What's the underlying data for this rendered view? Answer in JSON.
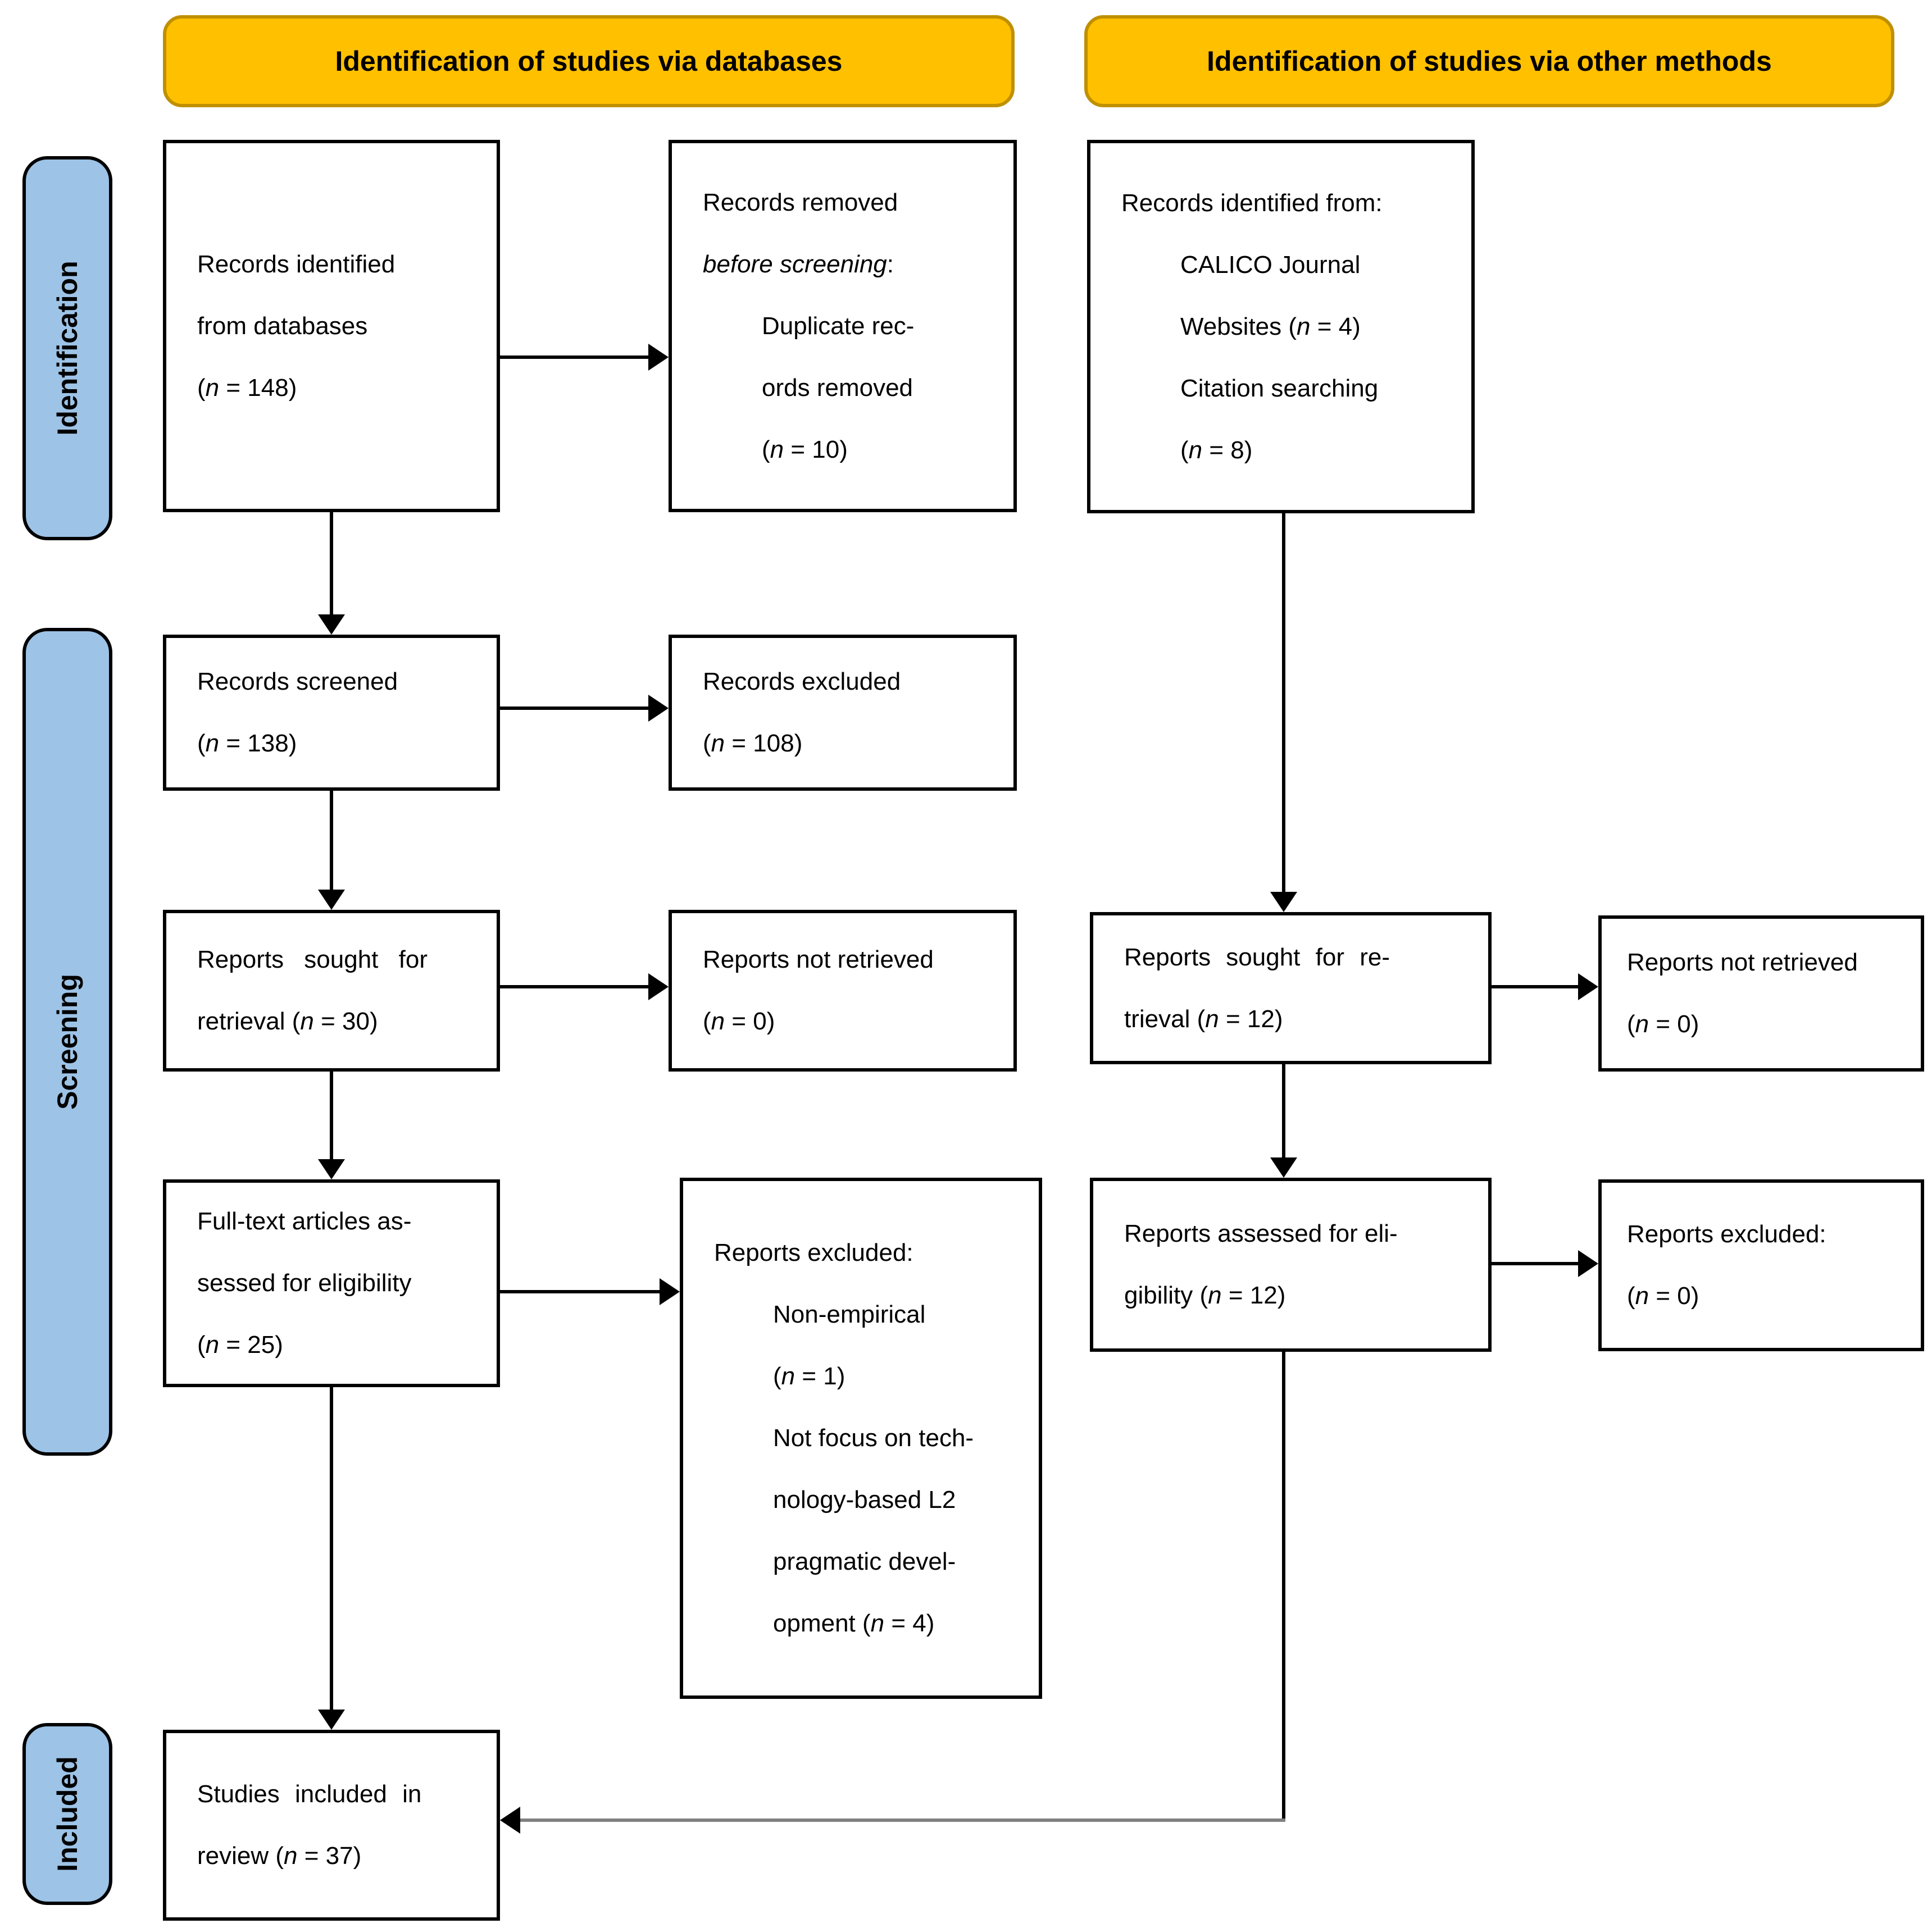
{
  "headers": {
    "databases": "Identification of studies via databases",
    "other_methods": "Identification of studies via other methods"
  },
  "sidebar": {
    "identification": "Identification",
    "screening": "Screening",
    "included": "Included"
  },
  "boxes": {
    "db_identified": {
      "lines": [
        "Records identified",
        "from databases",
        "(*n* = 148)"
      ]
    },
    "db_removed": {
      "lines": [
        "Records removed",
        "*before screening*:",
        "Duplicate rec-",
        "ords removed",
        "(*n* = 10)"
      ]
    },
    "other_identified": {
      "lines": [
        "Records identified from:",
        "CALICO Journal",
        "Websites (*n* = 4)",
        "Citation searching",
        "(*n* = 8)"
      ]
    },
    "records_screened": {
      "lines": [
        "Records screened",
        "(*n* = 138)"
      ]
    },
    "records_excluded": {
      "lines": [
        "Records excluded",
        "(*n* = 108)"
      ]
    },
    "db_sought": {
      "lines": [
        "Reports sought for",
        "retrieval (*n* = 30)"
      ]
    },
    "db_not_retrieved": {
      "lines": [
        "Reports not retrieved",
        "(*n* = 0)"
      ]
    },
    "other_sought": {
      "lines": [
        "Reports sought for re-",
        "trieval (*n* = 12)"
      ]
    },
    "other_not_retrieved": {
      "lines": [
        "Reports not retrieved",
        "(*n* = 0)"
      ]
    },
    "fulltext_assessed": {
      "lines": [
        "Full-text articles as-",
        "sessed for eligibility",
        "(*n* = 25)"
      ]
    },
    "db_reports_excluded": {
      "lines": [
        "Reports excluded:",
        "Non-empirical",
        "(*n* = 1)",
        "Not focus on tech-",
        "nology-based L2",
        "pragmatic devel-",
        "opment (*n* = 4)"
      ]
    },
    "other_assessed": {
      "lines": [
        "Reports assessed for eli-",
        "gibility (*n* = 12)"
      ]
    },
    "other_excluded": {
      "lines": [
        "Reports excluded:",
        "(*n* = 0)"
      ]
    },
    "included_box": {
      "lines": [
        "Studies included in",
        "review (*n* = 37)"
      ]
    }
  },
  "colors": {
    "banner_fill": "#FFC000",
    "banner_border": "#BF9000",
    "stage_fill": "#9DC3E6",
    "line_black": "#000000",
    "connector_gray": "#808080"
  }
}
